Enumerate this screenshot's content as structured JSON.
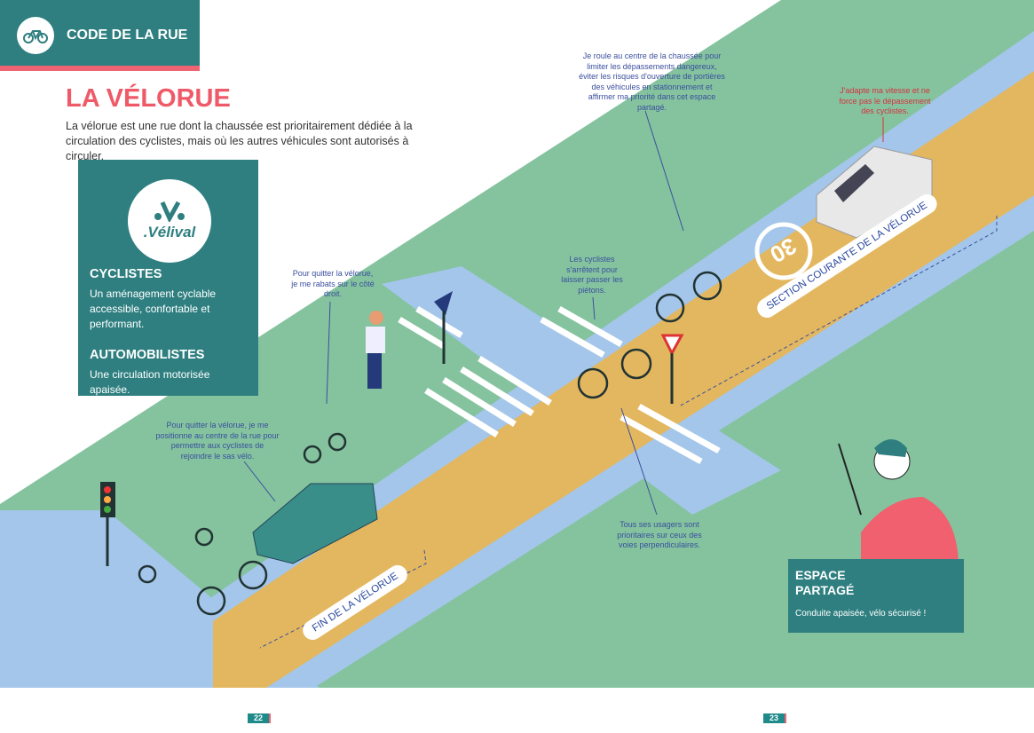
{
  "header": {
    "title": "CODE DE LA RUE",
    "icon": "bicycle-icon"
  },
  "page_title": "LA VÉLORUE",
  "intro": "La vélorue est une rue dont la chaussée est prioritairement dédiée à la circulation des cyclistes, mais où les autres véhicules sont autorisés à circuler.",
  "panel": {
    "brand": ".Vélival",
    "cyclistes_title": "CYCLISTES",
    "cyclistes_text": "Un aménagement cyclable accessible, confortable et performant.",
    "auto_title": "AUTOMOBILISTES",
    "auto_text": "Une circulation motorisée apaisée."
  },
  "notes": {
    "centre": "Je roule au centre de la chaussée pour limiter les dépassements dangereux, éviter les risques d'ouverture de portières des véhicules en stationnement et affirmer ma priorité dans cet espace partagé.",
    "vitesse": "J'adapte ma vitesse et ne force pas le dépassement des cyclistes.",
    "rabats": "Pour quitter la vélorue, je me rabats sur le côté droit.",
    "arretent": "Les cyclistes s'arrêtent pour laisser passer les piétons.",
    "positionne": "Pour quitter la vélorue, je me positionne au centre de la rue pour permettre aux cyclistes de rejoindre le sas vélo.",
    "prioritaires": "Tous ses usagers sont prioritaires sur ceux des voies perpendiculaires."
  },
  "signs": {
    "section": "SECTION COURANTE DE LA VÉLORUE",
    "fin": "FIN DE LA VÉLORUE",
    "speed": "30"
  },
  "espace": {
    "title": "ESPACE PARTAGÉ",
    "text": "Conduite apaisée, vélo sécurisé !"
  },
  "pages": {
    "left": "22",
    "right": "23"
  },
  "colors": {
    "teal": "#2f7f80",
    "pink": "#ef6473",
    "green": "#84c39e",
    "blue": "#a3c6ea",
    "road": "#e3b75f"
  }
}
